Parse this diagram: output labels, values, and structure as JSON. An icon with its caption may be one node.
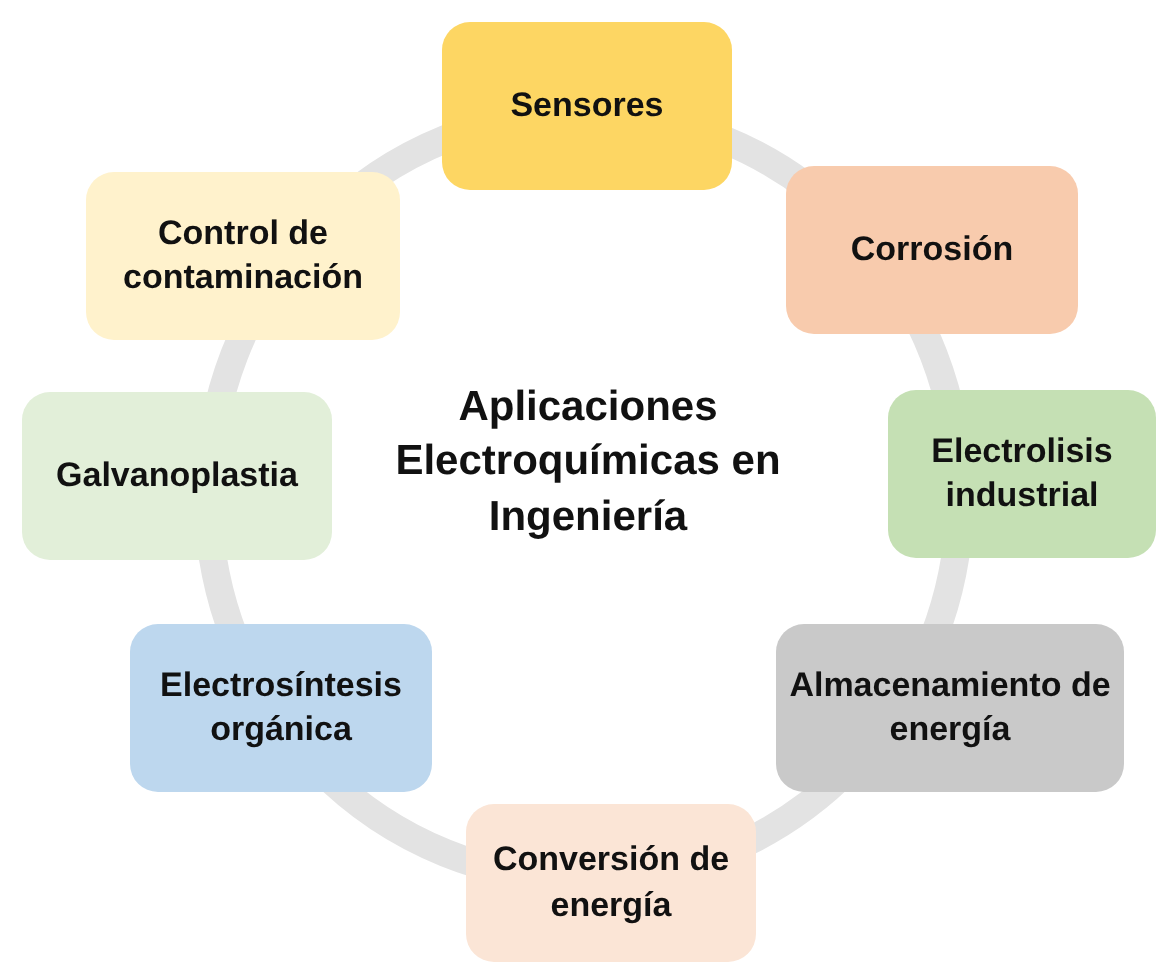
{
  "diagram": {
    "title": "Aplicaciones Electroquímicas en Ingeniería",
    "nodes": [
      {
        "text": [
          "Sensores"
        ]
      },
      {
        "text": [
          "Corrosión"
        ]
      },
      {
        "text": [
          "Electrolisis industrial"
        ]
      },
      {
        "text": [
          "Almacenamiento de energía"
        ]
      },
      {
        "text": [
          "Conversión de energía"
        ]
      },
      {
        "text": [
          "Electrosíntesis orgánica"
        ]
      },
      {
        "text": [
          "Galvanoplastia"
        ]
      },
      {
        "text": [
          "Control de contaminación"
        ]
      }
    ]
  }
}
